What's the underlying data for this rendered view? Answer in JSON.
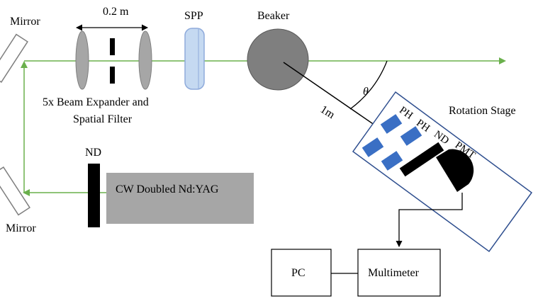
{
  "labels": {
    "mirror_top": "Mirror",
    "mirror_bottom": "Mirror",
    "distance_expander": "0.2 m",
    "spp": "SPP",
    "beaker": "Beaker",
    "expander_line1": "5x Beam Expander and",
    "expander_line2": "Spatial Filter",
    "theta": "θ",
    "distance_detector": "1m",
    "rotation_stage": "Rotation Stage",
    "ph1": "PH",
    "ph2": "PH",
    "nd_detector": "ND",
    "pmt": "PMT",
    "nd_laser": "ND",
    "laser": "CW Doubled Nd:YAG",
    "pc": "PC",
    "multimeter": "Multimeter"
  },
  "colors": {
    "beam": "#6ab04c",
    "lens": "#a6a6a6",
    "spp": "#c5d9f1",
    "beaker": "#7f7f7f",
    "laser_body": "#a6a6a6",
    "stage_border": "#2f4f8f",
    "pinhole_blue": "#3a6fc4"
  }
}
